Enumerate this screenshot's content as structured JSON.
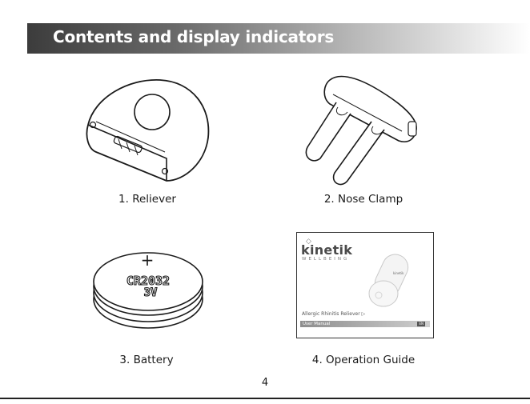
{
  "header": {
    "title": "Contents and display indicators"
  },
  "items": [
    {
      "caption": "1. Reliever",
      "icon": "reliever-device"
    },
    {
      "caption": "2. Nose Clamp",
      "icon": "nose-clamp"
    },
    {
      "caption": "3. Battery",
      "icon": "coin-cell-battery"
    },
    {
      "caption": "4. Operation Guide",
      "icon": "user-manual-booklet"
    }
  ],
  "battery": {
    "polarity": "+",
    "model": "CR2032",
    "voltage": "3V"
  },
  "guide": {
    "brand": "kinetik",
    "brand_sub": "WELLBEING",
    "product": "Allergic Rhinitis Reliever",
    "bar_label": "User Manual",
    "badge": "EN"
  },
  "footer": {
    "page_number": "4"
  },
  "colors": {
    "header_dark": "#3c3c3c",
    "header_text": "#ffffff",
    "line_art": "#1a1a1a"
  }
}
